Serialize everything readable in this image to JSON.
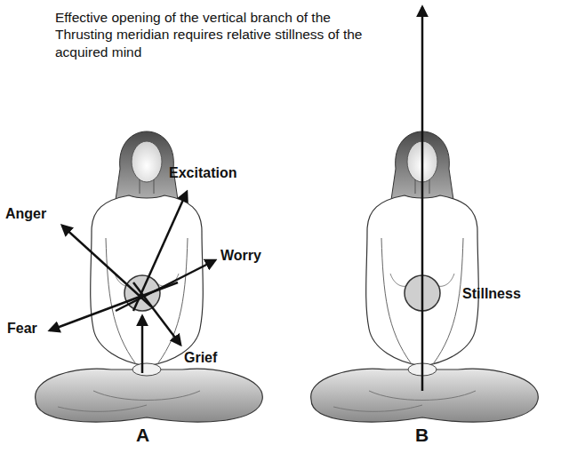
{
  "diagram": {
    "labels": [
      "Effective opening of the vertical branch of the Thrusting meridian requires relative stillness of the acquired mind",
      "Excitation",
      "Anger",
      "Worry",
      "Fear",
      "Grief",
      "Stillness",
      "A",
      "B"
    ]
  }
}
